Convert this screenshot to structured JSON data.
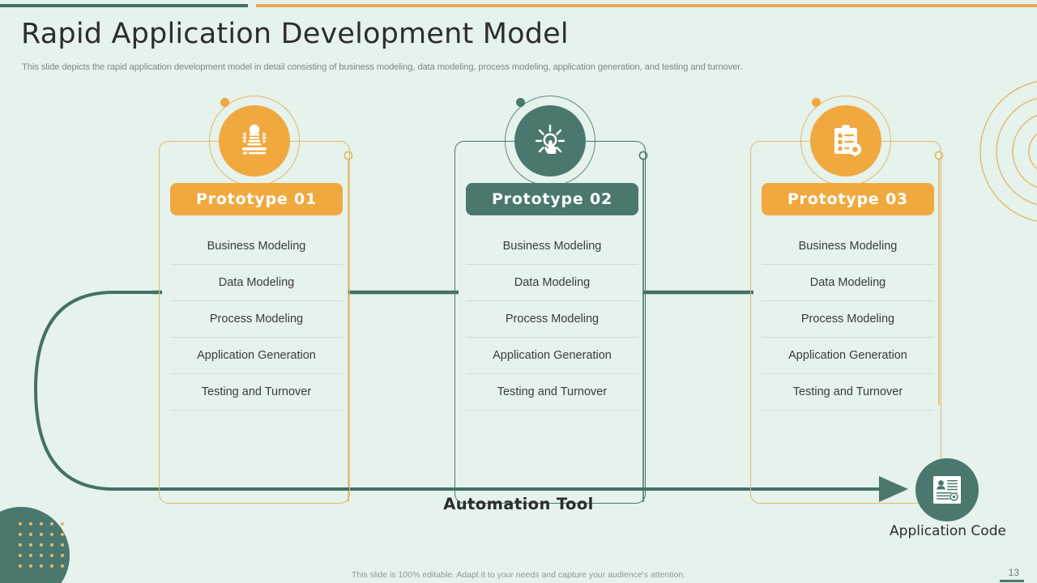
{
  "slide": {
    "title": "Rapid Application Development Model",
    "subtitle": "This slide depicts the rapid application development model in detail consisting of business modeling, data modeling, process modeling, application generation, and testing and turnover.",
    "footnote": "This slide is 100% editable. Adapt it to your needs and capture your audience's attention.",
    "page_number": "13",
    "background_color": "#e6f2ec"
  },
  "colors": {
    "orange": "#f0a93f",
    "orange_line": "#e3b96a",
    "teal": "#4a786e",
    "teal_dark": "#447166",
    "text": "#2d2d2d",
    "muted": "#7d8a85"
  },
  "cards": [
    {
      "badge": "Prototype 01",
      "accent": "orange",
      "icon": "robot-book-icon",
      "items": [
        "Business Modeling",
        "Data Modeling",
        "Process Modeling",
        "Application Generation",
        "Testing and Turnover"
      ]
    },
    {
      "badge": "Prototype 02",
      "accent": "teal",
      "icon": "lightbulb-click-idea-icon",
      "items": [
        "Business Modeling",
        "Data Modeling",
        "Process Modeling",
        "Application Generation",
        "Testing and Turnover"
      ]
    },
    {
      "badge": "Prototype 03",
      "accent": "orange",
      "icon": "clipboard-checklist-gear-icon",
      "items": [
        "Business Modeling",
        "Data Modeling",
        "Process Modeling",
        "Application Generation",
        "Testing and Turnover"
      ]
    }
  ],
  "flow": {
    "automation_label": "Automation Tool",
    "output_label": "Application Code",
    "output_icon": "document-profile-gear-icon"
  }
}
